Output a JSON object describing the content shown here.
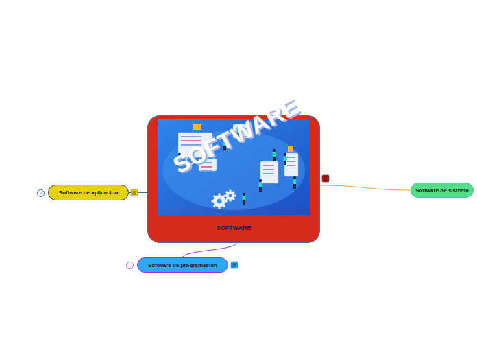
{
  "diagram": {
    "nodes": [
      {
        "text": [
          "SOFTWARE"
        ]
      },
      {
        "text": [
          "Software de aplicacion"
        ]
      },
      {
        "text": [
          "Software de sistema"
        ]
      },
      {
        "text": [
          "Software de programacion"
        ]
      }
    ],
    "edges": [
      {
        "from": 0,
        "to": 1,
        "arrow": "none"
      },
      {
        "from": 0,
        "to": 2,
        "arrow": "none"
      },
      {
        "from": 0,
        "to": 3,
        "arrow": "none"
      }
    ],
    "labels": [
      "SOFTWARE",
      "3",
      "1"
    ]
  }
}
